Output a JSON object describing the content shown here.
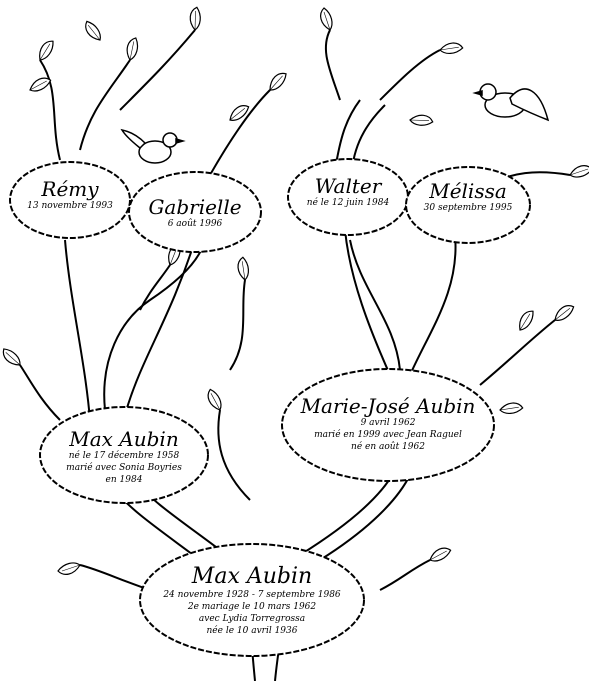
{
  "title": "",
  "colors": {
    "ink": "#000000",
    "paper": "#ffffff"
  },
  "people": {
    "remy": {
      "name": "Rémy",
      "lines": [
        "13 novembre 1993"
      ]
    },
    "gabrielle": {
      "name": "Gabrielle",
      "lines": [
        "6 août 1996"
      ]
    },
    "walter": {
      "name": "Walter",
      "lines": [
        "né le 12 juin 1984"
      ]
    },
    "melissa": {
      "name": "Mélissa",
      "lines": [
        "30 septembre 1995"
      ]
    },
    "marie_jose": {
      "name": "Marie-José Aubin",
      "lines": [
        "9 avril 1962",
        "marié en 1999 avec Jean Raguel",
        "né en août 1962"
      ]
    },
    "max_son": {
      "name": "Max Aubin",
      "lines": [
        "né le 17 décembre 1958",
        "marié avec Sonia Boyries",
        "en 1984"
      ]
    },
    "max_root": {
      "name": "Max Aubin",
      "lines": [
        "24 novembre 1928 - 7 septembre 1986",
        "2e mariage le 10 mars 1962",
        "avec Lydia Torregrossa",
        "née le 10 avril 1936"
      ]
    }
  },
  "decor": [
    "bird-icon",
    "bird-icon",
    "leaf-icon"
  ]
}
